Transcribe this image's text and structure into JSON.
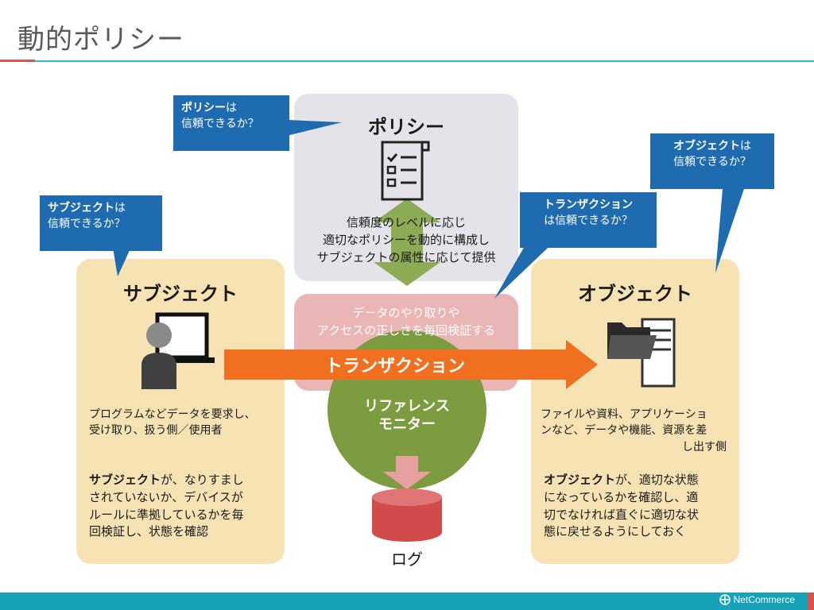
{
  "title": "動的ポリシー",
  "policy": {
    "heading": "ポリシー",
    "desc": [
      "信頼度のレベルに応じ",
      "適切なポリシーを動的に構成し",
      "サブジェクトの属性に応じて提供"
    ]
  },
  "subject": {
    "heading": "サブジェクト",
    "desc": [
      "プログラムなどデータを要求し、",
      "受け取り、扱う側／使用者"
    ],
    "note_bold": "サブジェクト",
    "note_rest": [
      "が、なりすまし",
      "されていないか、デバイスが",
      "ルールに準拠しているかを毎",
      "回検証し、状態を確認"
    ]
  },
  "object": {
    "heading": "オブジェクト",
    "desc": [
      "ファイルや資料、アプリケーショ",
      "ンなど、データや機能、資源を差",
      "し出す側"
    ],
    "note_bold": "オブジェクト",
    "note_rest": [
      "が、適切な状態",
      "になっているかを確認し、適",
      "切でなければ直ぐに適切な状",
      "態に戻せるようにしておく"
    ]
  },
  "reference_monitor": {
    "desc": [
      "データのやり取りや",
      "アクセスの正しさを毎回検証する"
    ],
    "label": [
      "リファレンス",
      "モニター"
    ]
  },
  "transaction_arrow": "トランザクション",
  "log_label": "ログ",
  "callouts": {
    "policy": {
      "bold": "ポリシー",
      "rest": "は",
      "line2": "信頼できるか？"
    },
    "subject": {
      "bold": "サブジェクト",
      "rest": "は",
      "line2": "信頼できるか？"
    },
    "transaction": {
      "bold": "トランザクション",
      "rest": "",
      "line2": "は信頼できるか？"
    },
    "object": {
      "bold": "オブジェクト",
      "rest": "は",
      "line2": "信頼できるか？"
    }
  },
  "footer": {
    "brand": "NetCommerce"
  },
  "colors": {
    "accent": "#3cb6c6",
    "panel": "#f6e2b3",
    "callout": "#1f6bb0",
    "arrow": "#f07020",
    "monitor": "#7d9c3f",
    "log": "#d9534f"
  }
}
